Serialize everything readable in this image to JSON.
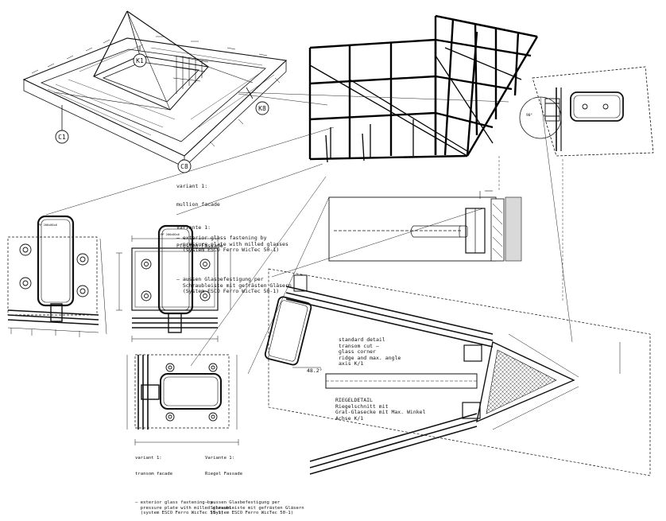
{
  "grid_labels": {
    "k1": "K1",
    "k8": "K8",
    "c1": "C1",
    "c8": "C8"
  },
  "notes": {
    "variant1_title": "variant 1:",
    "variant1_sub": "mullion facade",
    "variant1_text": "– exterior glass fastening by\n  pressure plate with milled glasses\n  (system ESCO Ferro WicTec 50-1)",
    "variante1_title": "Variante 1:",
    "variante1_sub": "Pfosten-Fassade",
    "variante1_text": "– aussen Glasbefestigung per\n  Schraubleiste mit gefrästen Gläsern\n  (System ESCO Ferro WicTec 50-1)",
    "bottom_left_title": "variant 1:",
    "bottom_left_sub": "transom facade",
    "bottom_left_text": "– exterior glass fastening by\n  pressure plate with milled glasses\n  (system ESCO Ferro WicTec 50-1)",
    "bottom_right_title": "Variante 1:",
    "bottom_right_sub": "Riegel Fassade",
    "bottom_right_text": "– aussen Glasbefestigung per\n  Schraubleiste mit gefrästen Gläsern\n  (System ESCO Ferro WicTec 50-1)",
    "standard_detail": "standard detail\ntransom cut –\nglass corner\nridge and max. angle\naxis K/1",
    "riegeldetail": "RIEGELDETAIL\nRiegelschnitt mit\nGrat-Glasecke mit Max. Winkel\nAchse K/1",
    "angle": "48.2°",
    "profile_a": "PP 200x80x6",
    "profile_b": "PP 200x80x6"
  }
}
